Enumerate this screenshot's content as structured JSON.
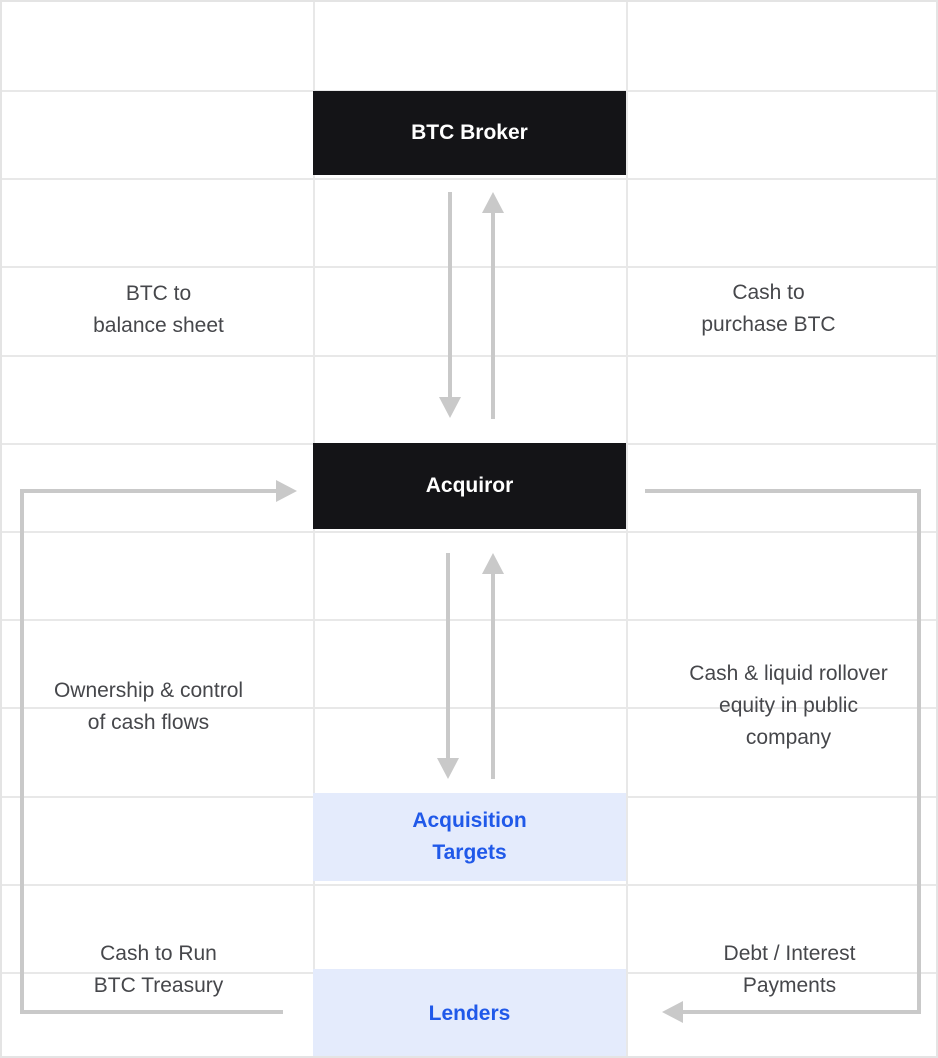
{
  "nodes": {
    "btc_broker": {
      "label": "BTC Broker"
    },
    "acquiror": {
      "label": "Acquiror"
    },
    "acquisition_targets": {
      "lines": [
        "Acquisition",
        "Targets"
      ]
    },
    "lenders": {
      "label": "Lenders"
    }
  },
  "edge_labels": {
    "btc_to_balance_sheet": {
      "lines": [
        "BTC to",
        "balance sheet"
      ]
    },
    "cash_to_purchase_btc": {
      "lines": [
        "Cash to",
        "purchase BTC"
      ]
    },
    "ownership_control": {
      "lines": [
        "Ownership & control",
        "of cash flows"
      ]
    },
    "cash_liquid_rollover": {
      "lines": [
        "Cash & liquid rollover",
        "equity in public",
        "company"
      ]
    },
    "cash_to_run": {
      "lines": [
        "Cash to Run",
        "BTC Treasury"
      ]
    },
    "debt_interest": {
      "lines": [
        "Debt / Interest",
        "Payments"
      ]
    }
  },
  "colors": {
    "background": "#ffffff",
    "grid": "#e8e8e8",
    "grid_border": "#e4e4e4",
    "node_primary_bg": "#141417",
    "node_primary_text": "#ffffff",
    "node_secondary_bg": "#e4ebfc",
    "node_secondary_text": "#2059e9",
    "arrow": "#c9c9c9",
    "label_text": "#46474b"
  }
}
